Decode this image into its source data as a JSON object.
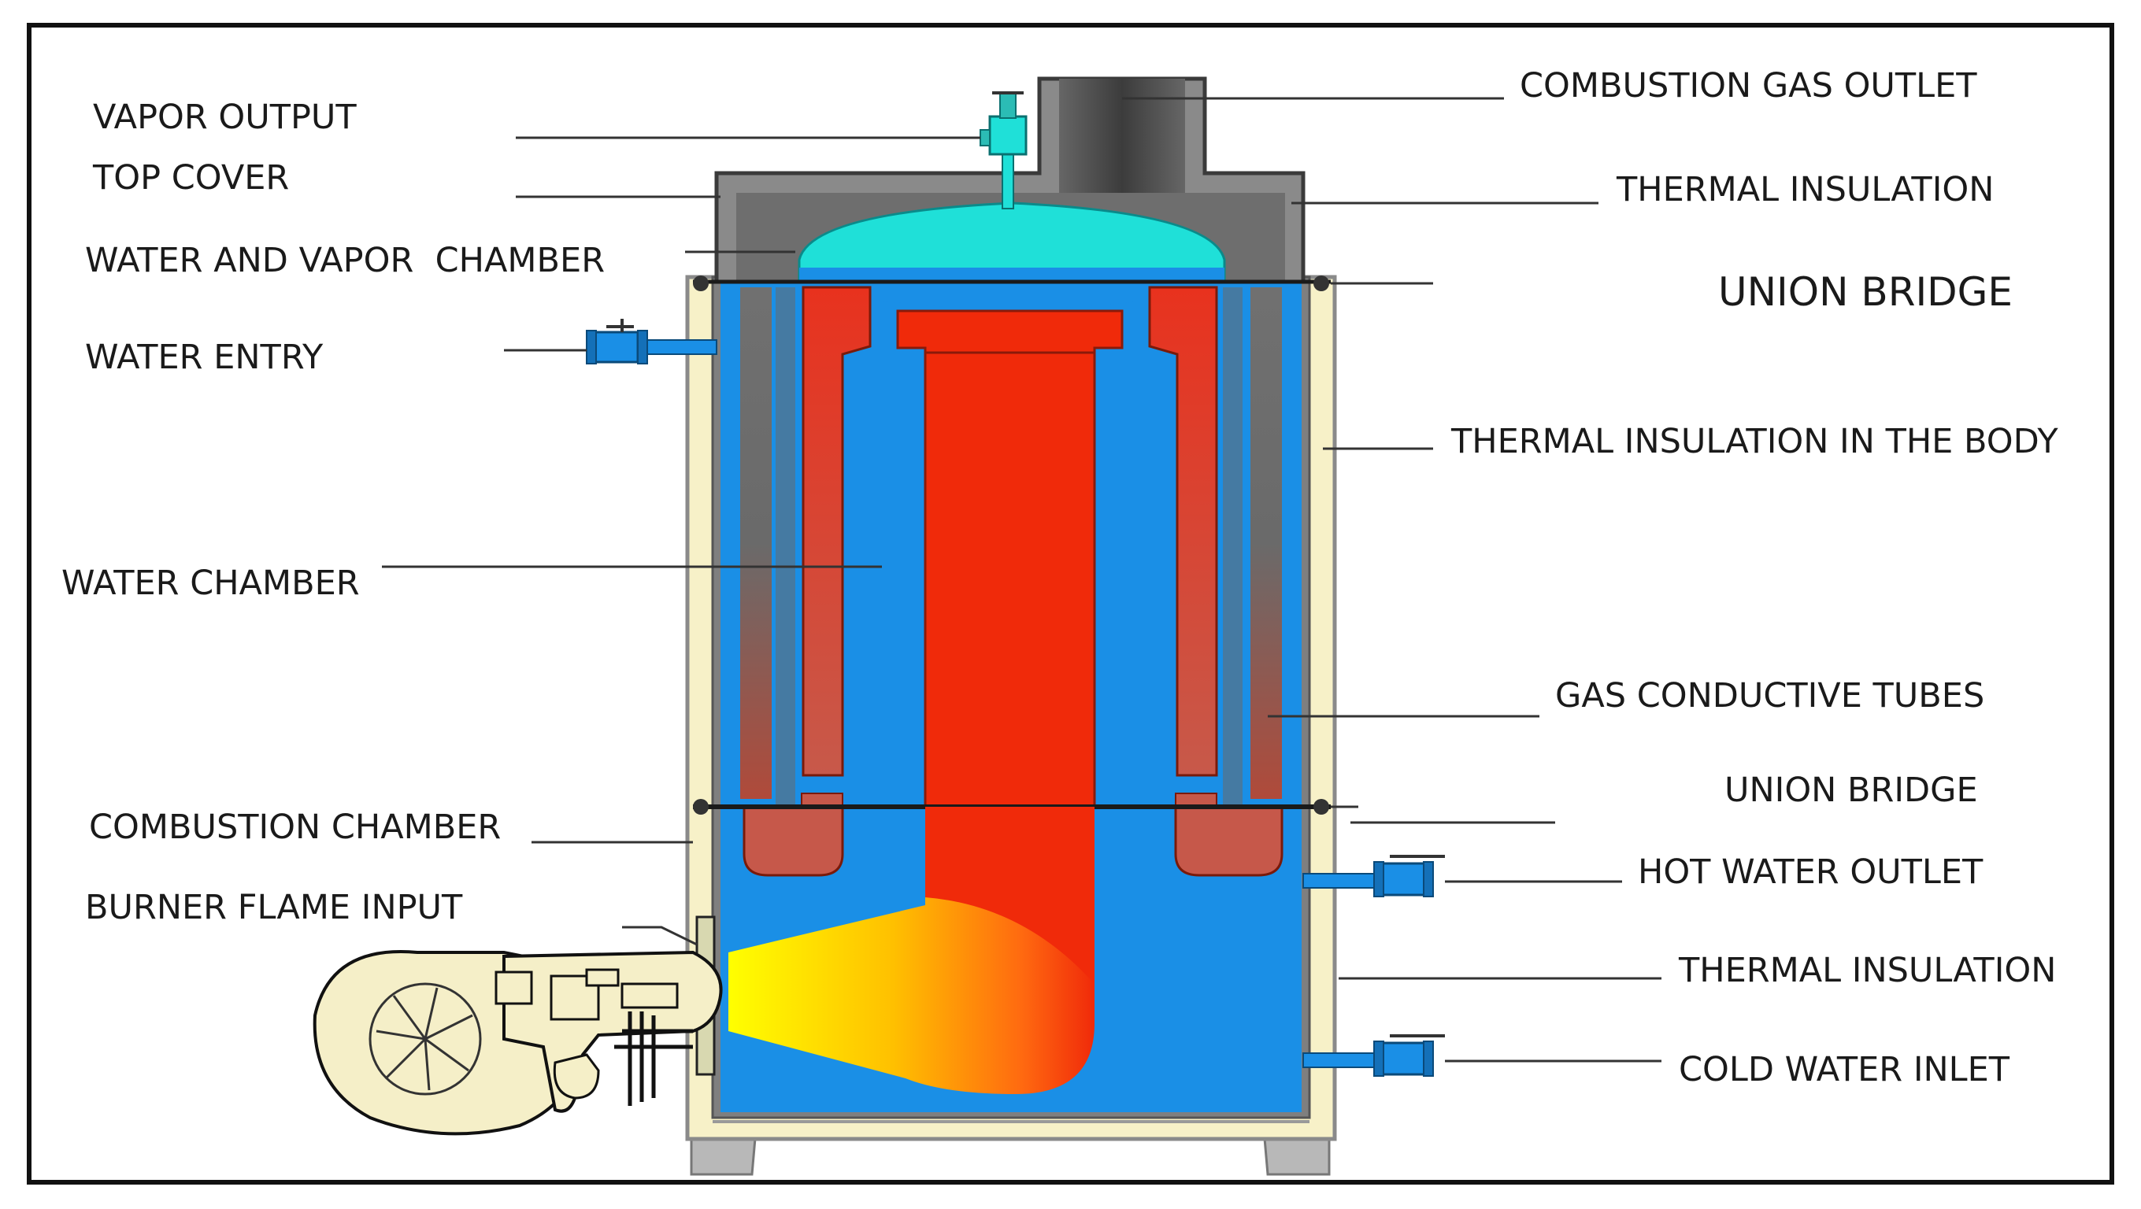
{
  "labels": {
    "vapor_output": "VAPOR OUTPUT",
    "top_cover": "TOP COVER",
    "water_vapor_chamber": "WATER AND VAPOR  CHAMBER",
    "water_entry": "WATER ENTRY",
    "water_chamber": "WATER CHAMBER",
    "combustion_chamber": "COMBUSTION CHAMBER",
    "burner_flame_input": "BURNER FLAME INPUT",
    "combustion_gas_outlet": "COMBUSTION GAS OUTLET",
    "thermal_insulation_top": "THERMAL INSULATION",
    "union_bridge_top": "UNION BRIDGE",
    "thermal_insulation_body": "THERMAL INSULATION IN THE BODY",
    "gas_conductive_tubes": "GAS CONDUCTIVE TUBES",
    "union_bridge_middle": "UNION BRIDGE",
    "hot_water_outlet": "HOT WATER OUTLET",
    "thermal_insulation_bottom": "THERMAL INSULATION",
    "cold_water_inlet": "COLD WATER INLET"
  },
  "colors": {
    "water": "#1a8fe6",
    "vapor": "#1fe0d8",
    "fire": "#f02a0a",
    "tube_red": "#e63b2a",
    "tube_dark": "#c6584a",
    "insulation": "#f7f1c8",
    "steel": "#808080",
    "flame_yellow": "#ffee00"
  }
}
